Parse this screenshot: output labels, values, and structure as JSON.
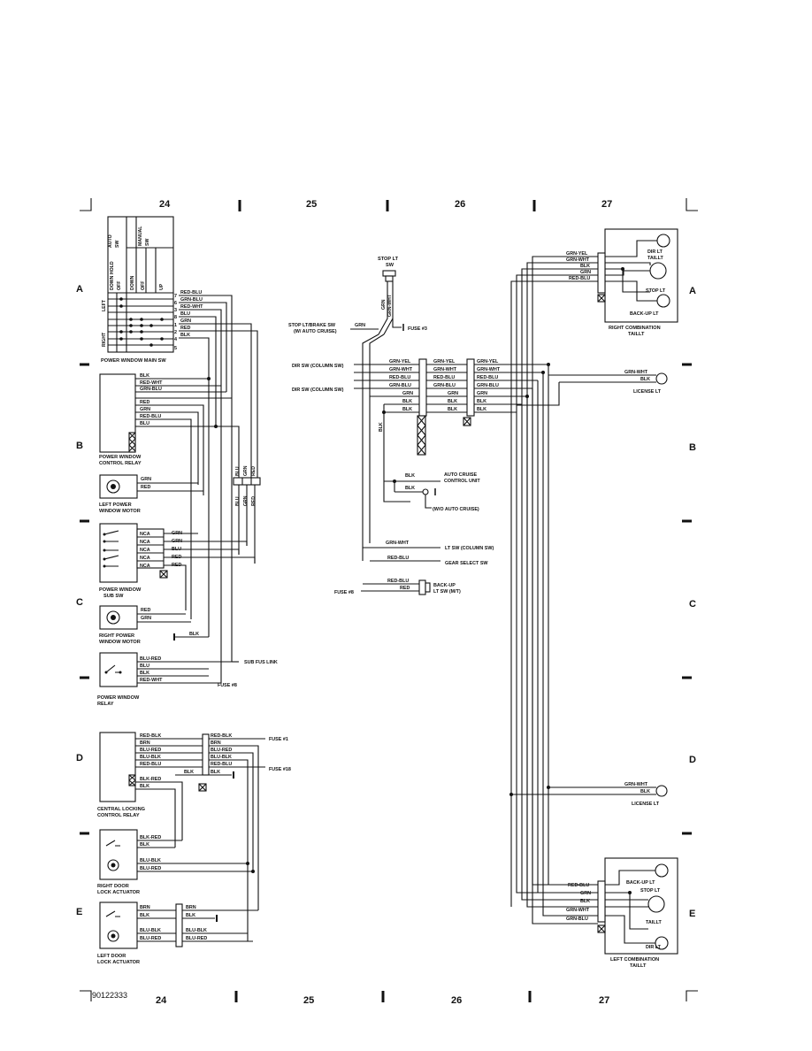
{
  "grid": {
    "cols": [
      "24",
      "25",
      "26",
      "27"
    ],
    "rows_left": [
      "A",
      "B",
      "C",
      "D",
      "E"
    ],
    "rows_right": [
      "A",
      "B",
      "C",
      "D",
      "E"
    ],
    "doc_number": "90122333"
  },
  "components": {
    "pw_main_sw": "POWER WINDOW MAIN SW",
    "pw_main_hdr_auto": "AUTO",
    "pw_main_hdr_sw": "SW",
    "pw_main_hdr_manual": "MANUAL",
    "pw_main_hdr_sw2": "SW",
    "pw_main_hdr_down_hold": "DOWN HOLD",
    "pw_main_hdr_off": "OFF",
    "pw_main_hdr_down": "DOWN",
    "pw_main_hdr_off2": "OFF",
    "pw_main_hdr_up": "UP",
    "pw_main_left": "LEFT",
    "pw_main_right": "RIGHT",
    "pw_ctrl_relay_1": "POWER WINDOW",
    "pw_ctrl_relay_2": "CONTROL RELAY",
    "left_motor_1": "LEFT POWER",
    "left_motor_2": "WINDOW MOTOR",
    "pw_sub_sw_1": "POWER WINDOW",
    "pw_sub_sw_2": "SUB SW",
    "right_motor_1": "RIGHT POWER",
    "right_motor_2": "WINDOW MOTOR",
    "pw_relay_1": "POWER WINDOW",
    "pw_relay_2": "RELAY",
    "cl_relay_1": "CENTRAL LOCKING",
    "cl_relay_2": "CONTROL RELAY",
    "rd_lock_1": "RIGHT DOOR",
    "rd_lock_2": "LOCK ACTUATOR",
    "ld_lock_1": "LEFT DOOR",
    "ld_lock_2": "LOCK ACTUATOR",
    "stop_lt_sw_1": "STOP LT",
    "stop_lt_sw_2": "SW",
    "stop_brake_1": "STOP LT/BRAKE SW",
    "stop_brake_2": "(W/ AUTO CRUISE)",
    "fuse3": "FUSE #3",
    "dir_sw_1": "DIR SW (COLUMN SW)",
    "dir_sw_2": "DIR SW (COLUMN SW)",
    "auto_cruise_1": "AUTO CRUISE",
    "auto_cruise_2": "CONTROL UNIT",
    "wo_auto_cruise": "(W/O AUTO CRUISE)",
    "lt_sw": "LT SW (COLUMN SW)",
    "gear_select": "GEAR SELECT SW",
    "backup_sw_1": "BACK-UP",
    "backup_sw_2": "LT SW (M/T)",
    "fuse8": "FUSE #8",
    "r_comb_1": "RIGHT COMBINATION",
    "r_comb_2": "TAILLT",
    "dir_lt": "DIR LT",
    "taillt": "TAILLT",
    "stop_lt": "STOP LT",
    "backup_lt": "BACK-UP LT",
    "license_lt": "LICENSE LT",
    "license_lt_2": "LICENSE LT",
    "l_comb_1": "LEFT COMBINATION",
    "l_comb_2": "TAILLT",
    "l_backup_lt": "BACK-UP LT",
    "l_stop_lt": "STOP LT",
    "l_taillt": "TAILLT",
    "l_dir_lt": "DIR LT",
    "sub_fus_link": "SUB FUS LINK",
    "fuse8b": "FUSE #8",
    "fuse1": "FUSE #1",
    "fuse18": "FUSE #18"
  },
  "wires": {
    "main_sw": [
      "RED-BLU",
      "GRN-BLU",
      "RED-WHT",
      "BLU",
      "GRN",
      "RED",
      "BLK"
    ],
    "main_pins": [
      "7",
      "6",
      "3",
      "8",
      "1",
      "2",
      "4",
      "5"
    ],
    "ctrl_relay": [
      "BLK",
      "RED-WHT",
      "GRN-BLU",
      "RED",
      "GRN",
      "RED-BLU",
      "BLU"
    ],
    "connector_v": [
      "BLU",
      "GRN",
      "RED"
    ],
    "left_motor": [
      "GRN",
      "RED"
    ],
    "sub_sw_nca": [
      "NCA",
      "NCA",
      "NCA",
      "NCA",
      "NCA"
    ],
    "sub_sw": [
      "GRN",
      "GRN",
      "BLU",
      "RED",
      "RED"
    ],
    "right_motor": [
      "RED",
      "GRN"
    ],
    "ground_blk": "BLK",
    "pw_relay": [
      "BLU-RED",
      "BLU",
      "BLK",
      "RED-WHT"
    ],
    "cl_relay": [
      "RED-BLK",
      "BRN",
      "BLU-RED",
      "BLU-BLK",
      "RED-BLU",
      "BLK-RED",
      "BLK"
    ],
    "cl_relay_out": [
      "RED-BLK",
      "BRN",
      "BLU-RED",
      "BLU-BLK",
      "RED-BLU",
      "BLK"
    ],
    "cl_blk": "BLK",
    "rd_lock": [
      "BLK-RED",
      "BLK",
      "BLU-BLK",
      "BLU-RED"
    ],
    "ld_lock_in": [
      "BRN",
      "BLK",
      "BLU-BLK",
      "BLU-RED"
    ],
    "ld_lock_out": [
      "BRN",
      "BLK",
      "BLU-BLK",
      "BLU-RED"
    ],
    "stop_sw_v": [
      "GRN",
      "GRN-WHT"
    ],
    "stop_grn": "GRN",
    "dir_left": [
      "GRN-YEL",
      "GRN-WHT",
      "RED-BLU",
      "GRN-BLU",
      "GRN",
      "BLK",
      "BLK"
    ],
    "dir_mid": [
      "GRN-YEL",
      "GRN-WHT",
      "RED-BLU",
      "GRN-BLU",
      "GRN",
      "BLK",
      "BLK"
    ],
    "dir_right": [
      "GRN-YEL",
      "GRN-WHT",
      "RED-BLU",
      "GRN-BLU",
      "GRN",
      "BLK",
      "BLK"
    ],
    "blk_v": "BLK",
    "cruise_blk": [
      "BLK",
      "BLK"
    ],
    "lt_sw": "GRN-WHT",
    "gear": "RED-BLU",
    "backup": [
      "RED-BLU",
      "RED"
    ],
    "r_comb": [
      "GRN-YEL",
      "GRN-WHT",
      "BLK",
      "GRN",
      "RED-BLU"
    ],
    "license_top": [
      "GRN-WHT",
      "BLK"
    ],
    "license_bot": [
      "GRN-WHT",
      "BLK"
    ],
    "l_comb": [
      "RED-BLU",
      "GRN",
      "BLK",
      "GRN-WHT",
      "GRN-BLU"
    ]
  }
}
